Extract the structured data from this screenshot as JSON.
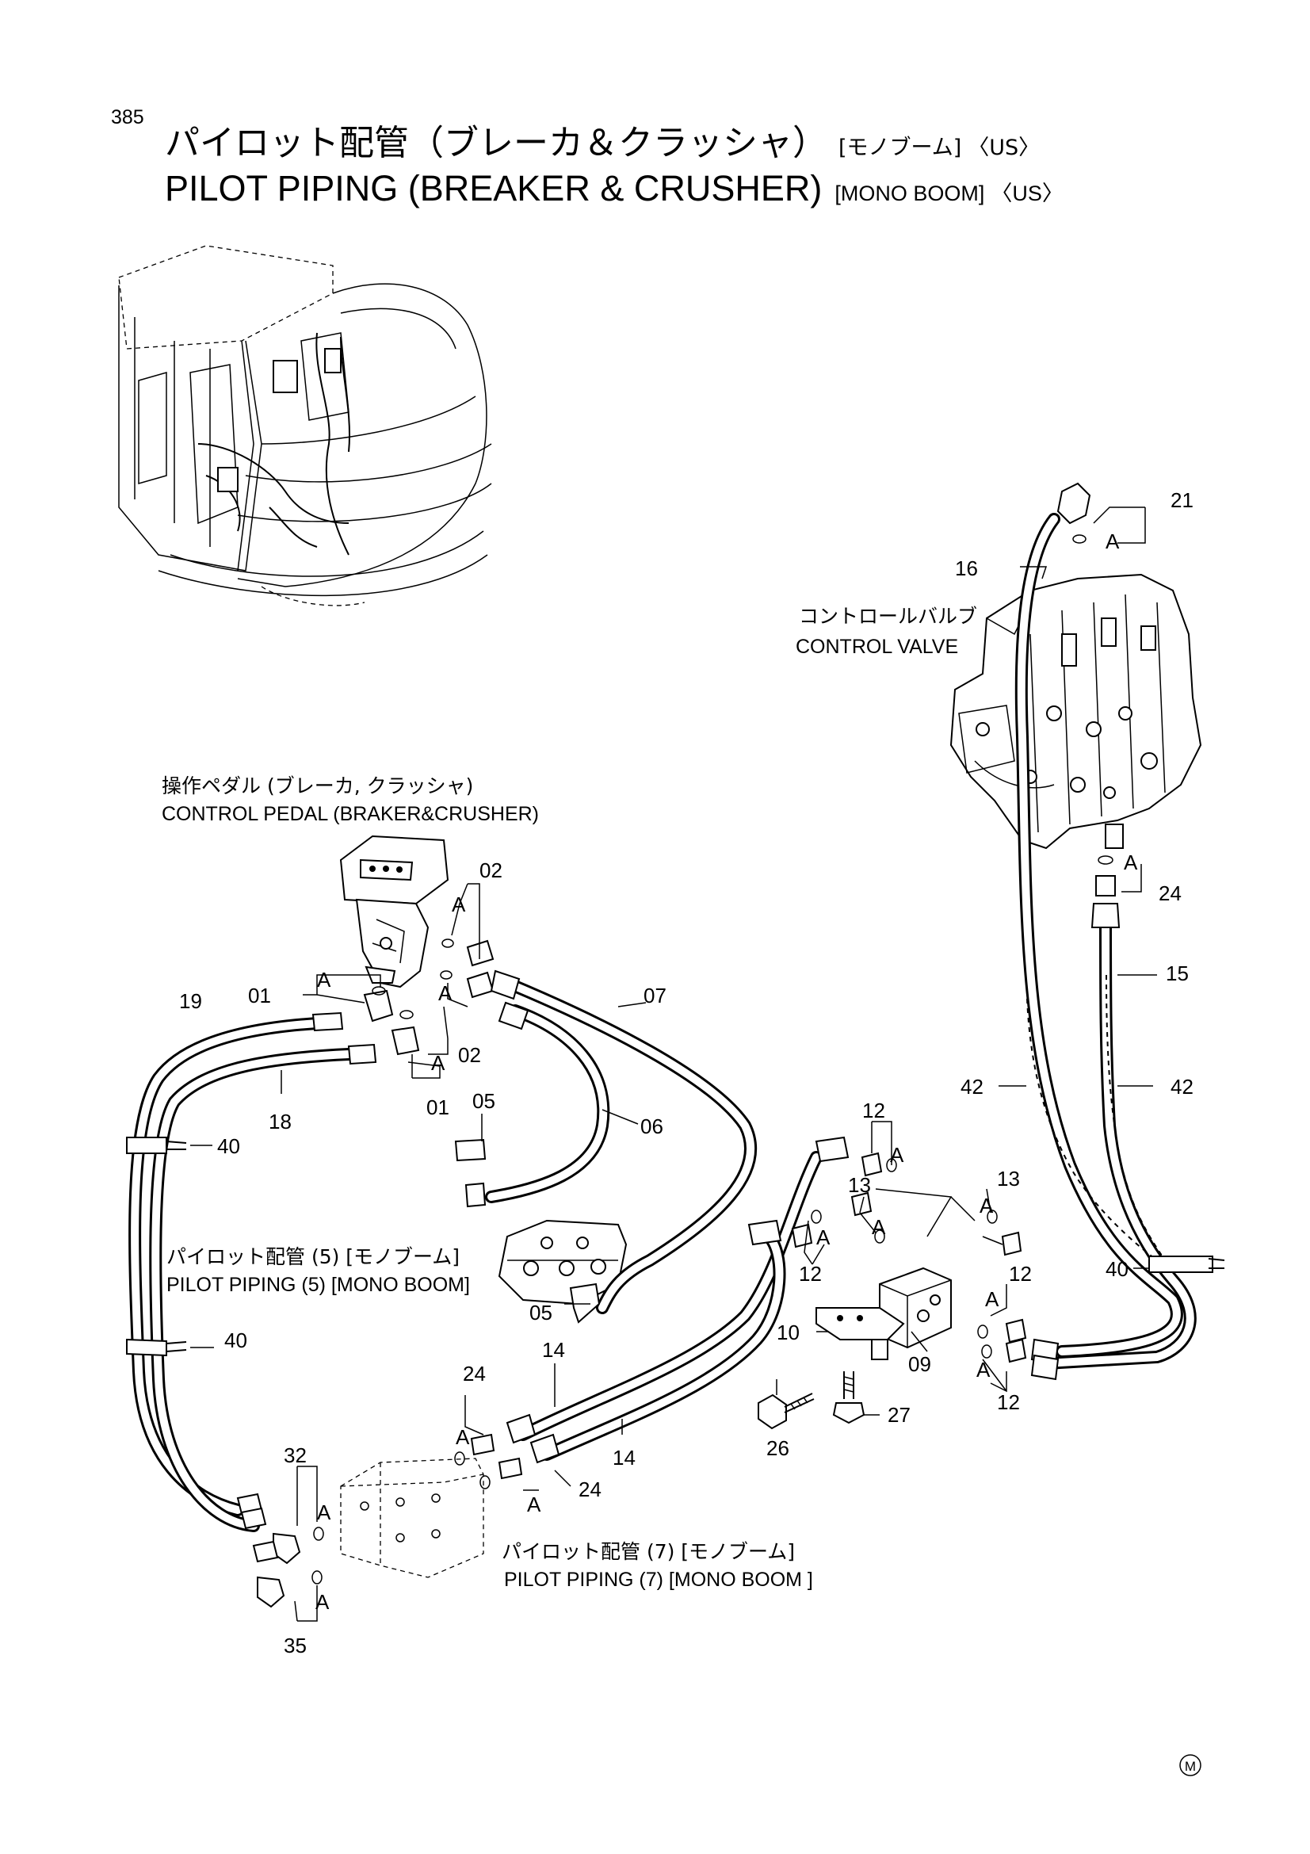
{
  "page_number": "385",
  "title": {
    "jp_main": "パイロット配管（ブレーカ＆クラッシャ）",
    "jp_tag": "[モノブーム]",
    "jp_region": "〈US〉",
    "en_main": "PILOT PIPING (BREAKER & CRUSHER)",
    "en_tag": "[MONO BOOM]",
    "en_region": "〈US〉"
  },
  "callouts": {
    "control_valve_jp": "コントロールバルブ",
    "control_valve_en": "CONTROL VALVE",
    "control_pedal_jp": "操作ペダル (ブレーカ, クラッシャ)",
    "control_pedal_en": "CONTROL PEDAL (BRAKER&CRUSHER)",
    "pilot5_jp": "パイロット配管 (5) [モノブーム]",
    "pilot5_en": "PILOT PIPING (5) [MONO BOOM]",
    "pilot7_jp": "パイロット配管 (7) [モノブーム]",
    "pilot7_en": "PILOT PIPING (7) [MONO BOOM ]"
  },
  "part_numbers": {
    "p01a": "01",
    "p01b": "01",
    "p02a": "02",
    "p02b": "02",
    "p05a": "05",
    "p05b": "05",
    "p06": "06",
    "p07": "07",
    "p09": "09",
    "p10": "10",
    "p12a": "12",
    "p12b": "12",
    "p12c": "12",
    "p12d": "12",
    "p13a": "13",
    "p13b": "13",
    "p14a": "14",
    "p14b": "14",
    "p15": "15",
    "p16": "16",
    "p18": "18",
    "p19": "19",
    "p21": "21",
    "p24a": "24",
    "p24b": "24",
    "p24c": "24",
    "p26": "26",
    "p27": "27",
    "p32": "32",
    "p35": "35",
    "p40a": "40",
    "p40b": "40",
    "p40c": "40",
    "p42a": "42",
    "p42b": "42"
  },
  "group_marks": {
    "a1": "A",
    "a2": "A",
    "a3": "A",
    "a4": "A",
    "a5": "A",
    "a6": "A",
    "a7": "A",
    "a8": "A",
    "a9": "A",
    "a10": "A",
    "a11": "A",
    "a12": "A",
    "a13": "A",
    "a14": "A",
    "a15": "A",
    "a16": "A"
  },
  "footer_mark": "M"
}
